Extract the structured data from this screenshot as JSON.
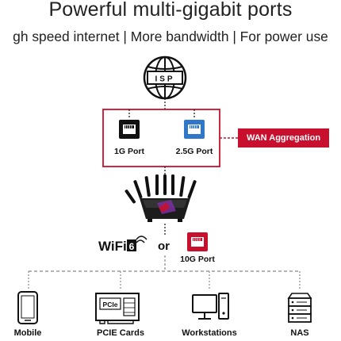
{
  "header": {
    "title": "Powerful multi-gigabit ports",
    "subtitle": "gh speed internet | More bandwidth | For power use"
  },
  "isp": {
    "label": "ISP"
  },
  "ports_box": {
    "port_1g": "1G Port",
    "port_2_5g": "2.5G Port"
  },
  "wan_badge": "WAN Aggregation",
  "connectivity": {
    "wifi_label": "WiFi",
    "wifi_version": "6",
    "or_label": "or",
    "port_10g": "10G Port"
  },
  "devices": [
    {
      "icon": "smartphone-icon",
      "label": "Mobile"
    },
    {
      "icon": "pcie-card-icon",
      "label": "PCIE Cards"
    },
    {
      "icon": "workstation-icon",
      "label": "Workstations"
    },
    {
      "icon": "nas-icon",
      "label": "NAS"
    }
  ],
  "colors": {
    "accent_red": "#c8102e",
    "port_blue": "#2f77c8",
    "line_gray": "#888888"
  }
}
